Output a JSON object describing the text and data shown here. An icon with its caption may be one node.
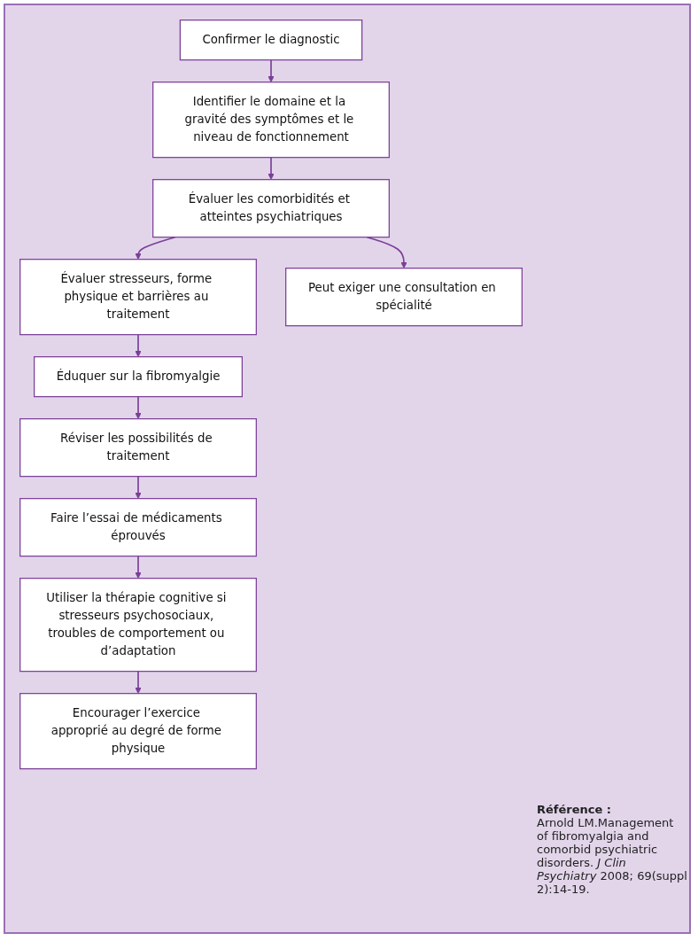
{
  "diagram": {
    "nodes": [
      {
        "text": [
          "Confirmer le diagnostic"
        ]
      },
      {
        "text": [
          "Identifier le domaine et la gravité des symptômes et le niveau de fonctionnement"
        ]
      },
      {
        "text": [
          "Évaluer les comorbidités et atteintes psychiatriques"
        ]
      },
      {
        "text": [
          "Évaluer stresseurs, forme physique et barrières au traitement"
        ]
      },
      {
        "text": [
          "Peut exiger une consultation en spécialité"
        ]
      },
      {
        "text": [
          "Éduquer sur la fibromyalgie"
        ]
      },
      {
        "text": [
          "Réviser les possibilités de traitement"
        ]
      },
      {
        "text": [
          "Faire l’essai de médicaments éprouvés"
        ]
      },
      {
        "text": [
          "Utiliser la thérapie cognitive si stresseurs psychosociaux, troubles de comportement ou d’adaptation"
        ]
      },
      {
        "text": [
          "Encourager l’exercice approprié au degré de forme physique"
        ]
      }
    ],
    "edges": [
      {
        "from": 0,
        "to": 1,
        "arrow": "to"
      },
      {
        "from": 1,
        "to": 2,
        "arrow": "to"
      },
      {
        "from": 2,
        "to": 3,
        "arrow": "to"
      },
      {
        "from": 2,
        "to": 4,
        "arrow": "to"
      },
      {
        "from": 3,
        "to": 5,
        "arrow": "to"
      },
      {
        "from": 5,
        "to": 6,
        "arrow": "to"
      },
      {
        "from": 6,
        "to": 7,
        "arrow": "to"
      },
      {
        "from": 7,
        "to": 8,
        "arrow": "to"
      },
      {
        "from": 8,
        "to": 9,
        "arrow": "to"
      }
    ],
    "labels": [
      "Référence :",
      "Arnold LM.Management of fibromyalgia and comorbid psychiatric disorders. *J Clin Psychiatry* 2008; 69(suppl 2):14-19."
    ]
  }
}
